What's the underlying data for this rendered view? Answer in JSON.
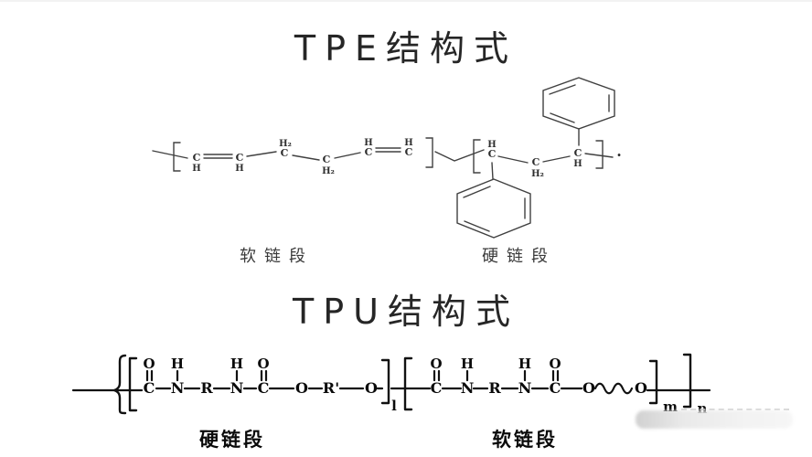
{
  "titles": {
    "tpe": "TPE结构式",
    "tpu": "TPU结构式"
  },
  "tpe": {
    "soft_label": "软链段",
    "hard_label": "硬链段",
    "atoms": {
      "c": "C",
      "h": "H",
      "h2": "H₂",
      "end_dot": "·"
    }
  },
  "tpu": {
    "hard_label": "硬链段",
    "soft_label": "软链段",
    "atoms": {
      "c": "C",
      "h": "H",
      "o": "O",
      "n": "N",
      "r": "R",
      "r_prime": "R'"
    },
    "subscripts": {
      "inner_left": "l",
      "inner_right": "m",
      "outer": "n"
    }
  }
}
